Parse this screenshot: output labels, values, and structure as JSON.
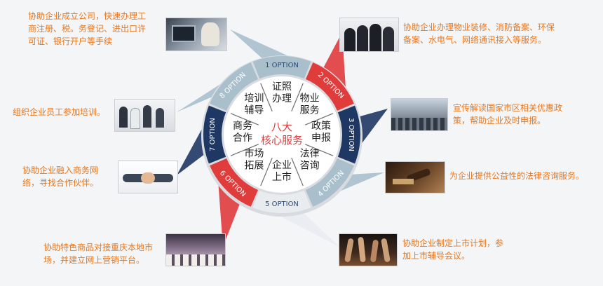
{
  "center": {
    "line1": "八大",
    "line2": "核心服务"
  },
  "options": [
    {
      "label": "1 OPTION",
      "color": "#a9c0cc",
      "text_color": "#2b4a7a",
      "service": [
        "证照",
        "办理"
      ],
      "desc": [
        "协助企业成立公司，快速办理工",
        "商注册、税。务登记、进出口许",
        "可证、银行开户等手续"
      ],
      "photo": "office-worker-photo"
    },
    {
      "label": "2 OPTION",
      "color": "#e03c3c",
      "text_color": "#ffffff",
      "service": [
        "物业",
        "服务"
      ],
      "desc": [
        "协助企业办理物业装修、消防备案、环保",
        "备案、水电气、网络通讯接入等服务。"
      ],
      "photo": "staff-team-photo"
    },
    {
      "label": "3 OPTION",
      "color": "#1f3763",
      "text_color": "#ffffff",
      "service": [
        "政策",
        "申报"
      ],
      "desc": [
        "宣传解读国家市区相关优惠政",
        "策，帮助企业及时申报。"
      ],
      "photo": "seminar-audience-photo"
    },
    {
      "label": "4 OPTION",
      "color": "#a9c0cc",
      "text_color": "#ffffff",
      "service": [
        "法律",
        "咨询"
      ],
      "desc": [
        "为企业提供公益性的法律咨询服务。"
      ],
      "photo": "judge-gavel-photo"
    },
    {
      "label": "5 OPTION",
      "color": "#e9ecef",
      "text_color": "#2b4a7a",
      "service": [
        "企业",
        "上市"
      ],
      "desc": [
        "协助企业制定上市计划，参",
        "加上市辅导会议。"
      ],
      "photo": "raised-hands-photo"
    },
    {
      "label": "6 OPTION",
      "color": "#e03c3c",
      "text_color": "#ffffff",
      "service": [
        "市场",
        "拓展"
      ],
      "desc": [
        "协助特色商品对接重庆本地市",
        "场，并建立网上营销平台。"
      ],
      "photo": "conference-hall-photo"
    },
    {
      "label": "7 OPTION",
      "color": "#1f3763",
      "text_color": "#ffffff",
      "service": [
        "商务",
        "合作"
      ],
      "desc": [
        "协助企业融入商务网",
        "络，寻找合作伙伴。"
      ],
      "photo": "handshake-photo"
    },
    {
      "label": "8 OPTION",
      "color": "#a9c0cc",
      "text_color": "#ffffff",
      "service": [
        "培训",
        "辅导"
      ],
      "desc": [
        "组织企业员工参加培训。"
      ],
      "photo": "training-group-photo"
    }
  ]
}
